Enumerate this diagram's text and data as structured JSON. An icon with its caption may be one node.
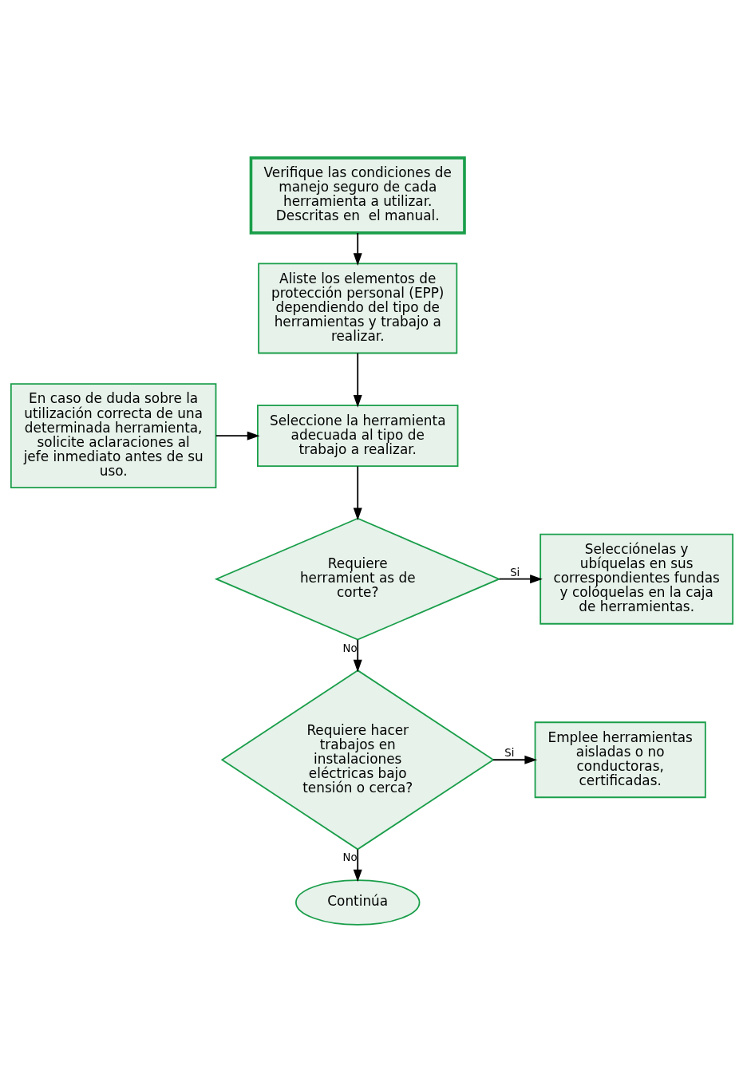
{
  "diagram": {
    "nodes": [
      {
        "text": [
          "Verifique las condiciones de manejo seguro de cada herramienta a utilizar. Descritas en  el manual."
        ]
      },
      {
        "text": [
          "Aliste los elementos de protección personal (EPP) dependiendo del tipo de herramientas y trabajo a realizar."
        ]
      },
      {
        "text": [
          "Seleccione la herramienta adecuada al tipo de trabajo a realizar."
        ]
      },
      {
        "text": [
          "En caso de duda sobre la utilización correcta de una determinada herramienta, solicite aclaraciones al jefe inmediato antes de su uso."
        ]
      },
      {
        "text": [
          "Requiere herramient as de corte?"
        ]
      },
      {
        "text": [
          "Selecciónelas y ubíquelas en sus correspondientes fundas y colóquelas en la caja  de herramientas."
        ]
      },
      {
        "text": [
          "Requiere hacer trabajos en instalaciones eléctricas bajo tensión o cerca?"
        ]
      },
      {
        "text": [
          "Emplee herramientas aisladas o no conductoras, certificadas."
        ]
      },
      {
        "text": [
          "Continúa"
        ]
      }
    ],
    "edges": [
      {
        "from": 0,
        "to": 1,
        "arrow": "to"
      },
      {
        "from": 1,
        "to": 2,
        "arrow": "to"
      },
      {
        "from": 3,
        "to": 2,
        "arrow": "to"
      },
      {
        "from": 2,
        "to": 4,
        "arrow": "to"
      },
      {
        "from": 4,
        "to": 5,
        "label": "Si",
        "arrow": "to"
      },
      {
        "from": 4,
        "to": 6,
        "label": "No",
        "arrow": "to"
      },
      {
        "from": 6,
        "to": 7,
        "label": "Si",
        "arrow": "to"
      },
      {
        "from": 6,
        "to": 8,
        "label": "No",
        "arrow": "to"
      }
    ]
  }
}
